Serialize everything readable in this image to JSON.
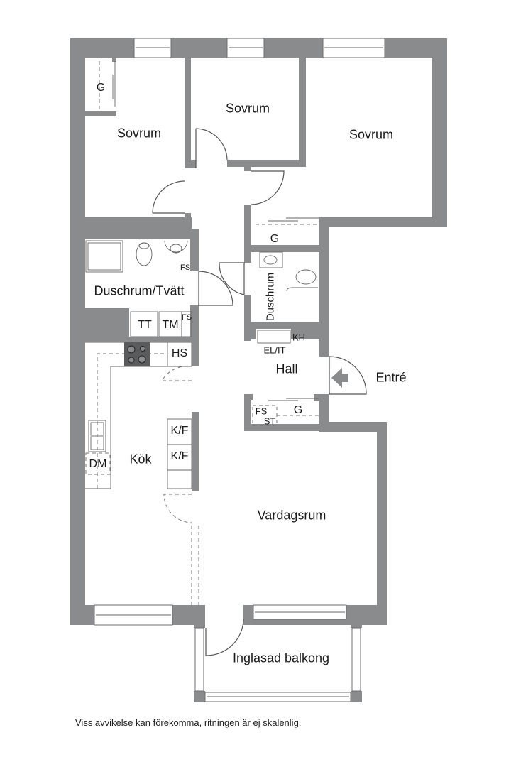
{
  "floorplan": {
    "colors": {
      "wall": "#8a8b8c",
      "background": "#ffffff",
      "text": "#1a1a1a"
    },
    "rooms": {
      "sovrum_left": "Sovrum",
      "sovrum_middle": "Sovrum",
      "sovrum_right": "Sovrum",
      "duschrum_tvatt": "Duschrum/Tvätt",
      "duschrum": "Duschrum",
      "hall": "Hall",
      "entre": "Entré",
      "kok": "Kök",
      "vardagsrum": "Vardagsrum",
      "balkong": "Inglasad balkong"
    },
    "fixtures": {
      "garderob_left": "G",
      "garderob_mid": "G",
      "garderob_hall": "G",
      "fs_bath": "FS",
      "fs_laundry": "FS",
      "fs_hall": "FS",
      "tt": "TT",
      "tm": "TM",
      "hs": "HS",
      "kf1": "K/F",
      "kf2": "K/F",
      "dm": "DM",
      "kh": "KH",
      "el_it": "EL/IT",
      "st": "ST"
    },
    "footnote": "Viss avvikelse kan förekomma, ritningen är ej skalenlig."
  }
}
